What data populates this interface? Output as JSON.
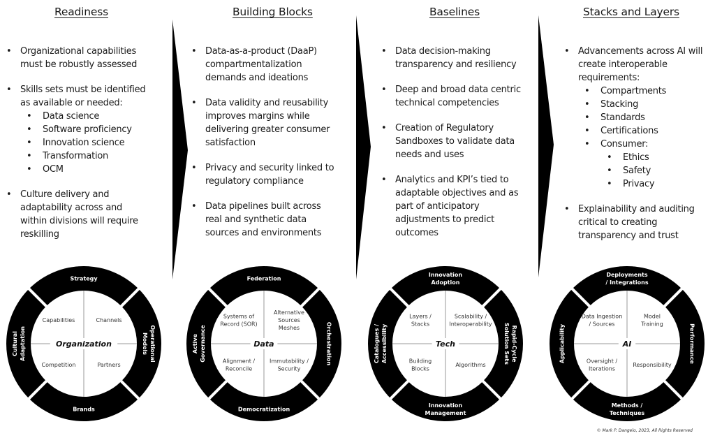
{
  "columns": [
    {
      "title": "Readiness",
      "bullets": [
        {
          "text": "Organizational capabilities must be robustly assessed",
          "lines": [
            "Organizational capabilities",
            "must be robustly assessed"
          ]
        },
        {
          "lines": [
            "Skills sets must be identified",
            "as available or needed:"
          ],
          "sub": [
            "Data science",
            "Software proficiency",
            "Innovation science",
            "Transformation",
            "OCM"
          ]
        },
        {
          "lines": [
            "Culture delivery and",
            "adaptability across and",
            "within divisions will require",
            "reskilling"
          ]
        }
      ],
      "wheel": {
        "center": "Organization",
        "ring": {
          "top": "Strategy",
          "right": [
            "Operational",
            "Models"
          ],
          "bottom": "Brands",
          "left": [
            "Cultural",
            "Adaptation"
          ]
        },
        "quadrants": {
          "top_left": [
            "Capabilities"
          ],
          "top_right": [
            "Channels"
          ],
          "bottom_left": [
            "Competition"
          ],
          "bottom_right": [
            "Partners"
          ]
        }
      }
    },
    {
      "title": "Building Blocks",
      "bullets": [
        {
          "lines": [
            "Data-as-a-product (DaaP)",
            "compartmentalization",
            "demands and ideations"
          ]
        },
        {
          "lines": [
            "Data validity and reusability",
            "improves margins while",
            "delivering greater consumer",
            "satisfaction"
          ]
        },
        {
          "lines": [
            "Privacy and security linked to",
            "regulatory compliance"
          ]
        },
        {
          "lines": [
            "Data pipelines built across",
            "real and synthetic data",
            "sources and environments"
          ]
        }
      ],
      "wheel": {
        "center": "Data",
        "ring": {
          "top": "Federation",
          "right": [
            "Orchestration"
          ],
          "bottom": "Democratization",
          "left": [
            "Active",
            "Governance"
          ]
        },
        "quadrants": {
          "top_left": [
            "Systems of",
            "Record (SOR)"
          ],
          "top_right": [
            "Alternative",
            "Sources",
            "Meshes"
          ],
          "bottom_left": [
            "Alignment /",
            "Reconcile"
          ],
          "bottom_right": [
            "Immutability /",
            "Security"
          ]
        }
      }
    },
    {
      "title": "Baselines",
      "bullets": [
        {
          "lines": [
            "Data decision-making",
            "transparency and resiliency"
          ]
        },
        {
          "lines": [
            "Deep and broad data centric",
            "technical competencies"
          ]
        },
        {
          "lines": [
            "Creation of Regulatory",
            "Sandboxes to validate data",
            "needs and uses"
          ]
        },
        {
          "lines": [
            "Analytics and KPI’s tied to",
            "adaptable objectives and as",
            "part of anticipatory",
            "adjustments to predict",
            "outcomes"
          ]
        }
      ],
      "wheel": {
        "center": "Tech",
        "ring": {
          "top": [
            "Innovation",
            "Adoption"
          ],
          "right": [
            "Rapid-Cycle",
            "Solution Sets"
          ],
          "bottom": [
            "Innovation",
            "Management"
          ],
          "left": [
            "Catalogues /",
            "Accessibility"
          ]
        },
        "quadrants": {
          "top_left": [
            "Layers /",
            "Stacks"
          ],
          "top_right": [
            "Scalability /",
            "Interoperability"
          ],
          "bottom_left": [
            "Building",
            "Blocks"
          ],
          "bottom_right": [
            "Algorithms"
          ]
        }
      }
    },
    {
      "title": "Stacks and Layers",
      "bullets": [
        {
          "lines": [
            "Advancements across AI will",
            "create interoperable",
            "requirements:"
          ],
          "sub": [
            "Compartments",
            "Stacking",
            "Standards",
            "Certifications",
            "Consumer:"
          ],
          "subsub": [
            "Ethics",
            "Safety",
            "Privacy"
          ]
        },
        {
          "lines": [
            "Explainability and auditing",
            "critical to creating",
            "transparency and trust"
          ]
        }
      ],
      "wheel": {
        "center": "AI",
        "ring": {
          "top": [
            "Deployments",
            "/ Integrations"
          ],
          "right": [
            "Performance"
          ],
          "bottom": [
            "Methods /",
            "Techniques"
          ],
          "left": [
            "Applicability"
          ]
        },
        "quadrants": {
          "top_left": [
            "Data Ingestion",
            "/ Sources"
          ],
          "top_right": [
            "Model",
            "Training"
          ],
          "bottom_left": [
            "Oversight /",
            "Iterations"
          ],
          "bottom_right": [
            "Responsibility"
          ]
        }
      }
    }
  ],
  "arrows": [
    "arrow-readiness-to-building-blocks",
    "arrow-building-blocks-to-baselines",
    "arrow-baselines-to-stacks-and-layers"
  ],
  "footer": "© Mark P. Dangelo, 2023, All Rights Reserved"
}
